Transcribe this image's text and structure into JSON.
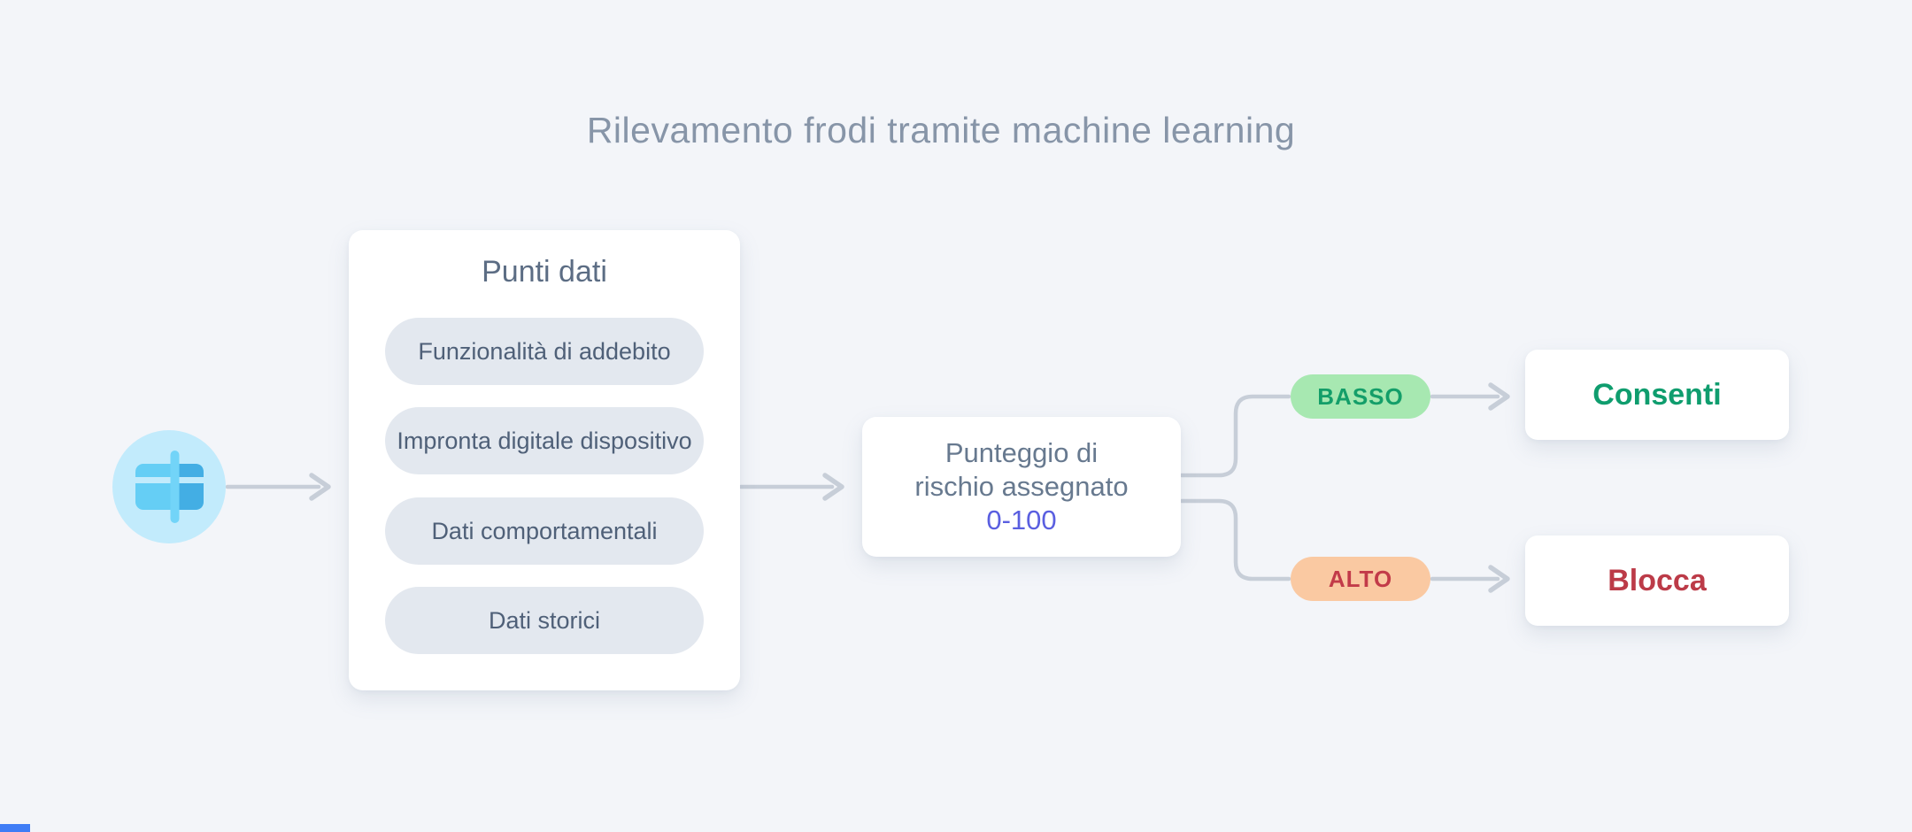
{
  "title": "Rilevamento frodi tramite machine learning",
  "source_icon": "credit-card-icon",
  "data_points": {
    "title": "Punti dati",
    "items": [
      "Funzionalità di addebito",
      "Impronta digitale dispositivo",
      "Dati comportamentali",
      "Dati storici"
    ]
  },
  "risk_score": {
    "line1": "Punteggio di",
    "line2": "rischio assegnato",
    "range": "0-100"
  },
  "branches": {
    "low": {
      "label": "BASSO",
      "outcome": "Consenti"
    },
    "high": {
      "label": "ALTO",
      "outcome": "Blocca"
    }
  },
  "colors": {
    "background": "#f3f5f9",
    "title_text": "#8795a8",
    "card_text": "#5c6d84",
    "pill_bg": "#e3e8ef",
    "pill_text": "#4f6078",
    "connector": "#c7ced8",
    "score_range_text": "#5a5fe0",
    "low_pill_bg": "#a7e8b1",
    "low_pill_text": "#149e69",
    "allow_text": "#0f9d6e",
    "high_pill_bg": "#fac9a2",
    "high_pill_text": "#c23b49",
    "block_text": "#bc3b48",
    "icon_circle": "#c2ebfc",
    "icon_card_light": "#65cef5",
    "icon_card_dark": "#43aee4",
    "icon_bar": "#72d4f8",
    "corner_strip": "#3f7df6"
  }
}
